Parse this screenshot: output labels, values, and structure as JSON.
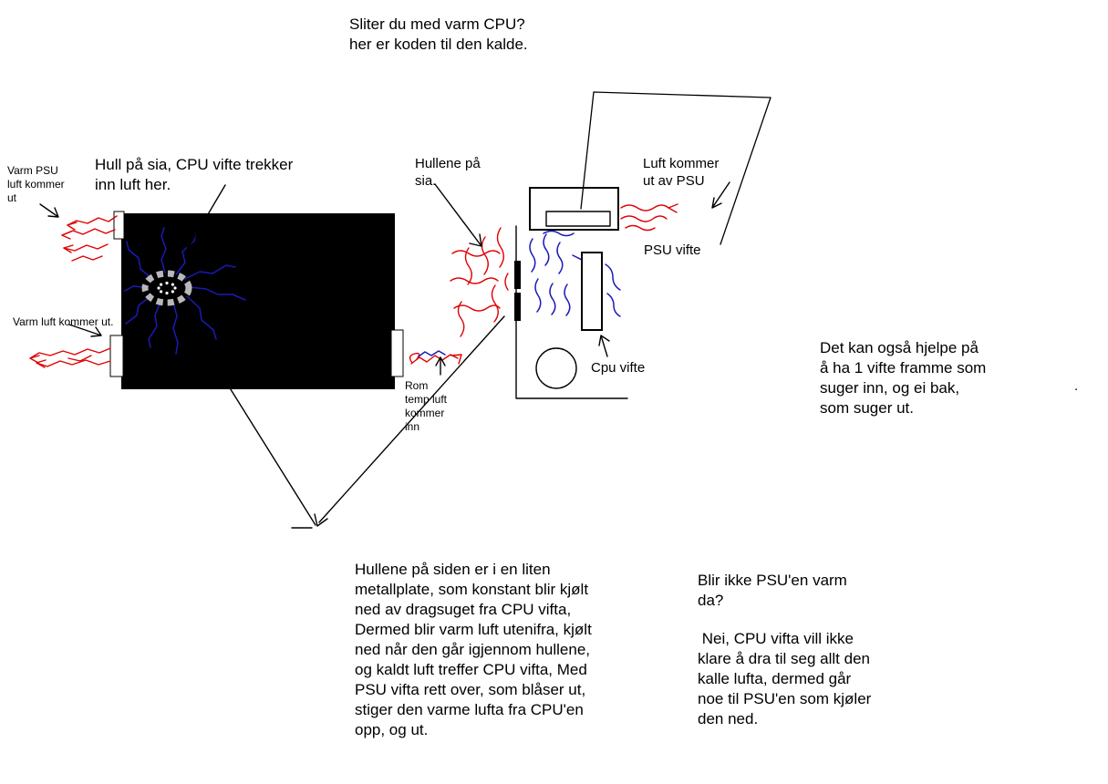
{
  "title": "Sliter du med varm CPU?\nher er koden til den kalde.",
  "annotations": {
    "varm_psu": "Varm PSU\nluft kommer\nut",
    "varm_luft": "Varm luft kommer ut.",
    "hull_pa_sia": "Hull på sia, CPU vifte trekker\ninn luft her.",
    "hullene_pa_sia": "Hullene på\nsia.",
    "luft_ut_av_psu": "Luft kommer\nut av PSU",
    "psu_vifte": "PSU vifte",
    "cpu_vifte": "Cpu vifte",
    "rom_temp": "Rom\ntemp luft\nkommer\ninn",
    "tips": "Det kan også hjelpe på\nå ha 1 vifte framme som\nsuger inn, og ei bak,\nsom suger ut.",
    "hullene_paragraph": "Hullene på siden er i en liten\nmetallplate, som konstant blir kjølt\nned av dragsuget fra CPU vifta,\nDermed blir varm luft utenifra, kjølt\nned når den går igjennom hullene,\nog kaldt luft treffer CPU vifta, Med\nPSU vifta rett over, som blåser ut,\nstiger den varme lufta fra CPU'en\nopp, og ut.",
    "psu_question": "Blir ikke PSU'en varm\nda?",
    "psu_answer": " Nei, CPU vifta vill ikke\nklare å dra til seg allt den\nkalle lufta, dermed går\nnoe til PSU'en som kjøler\nden ned.",
    "stray_dot": "."
  },
  "colors": {
    "warm_air": "#e00000",
    "cold_air": "#1a1ab8",
    "case_fill": "#000000",
    "fan_ring": "#b8b8b8",
    "background": "#ffffff"
  }
}
